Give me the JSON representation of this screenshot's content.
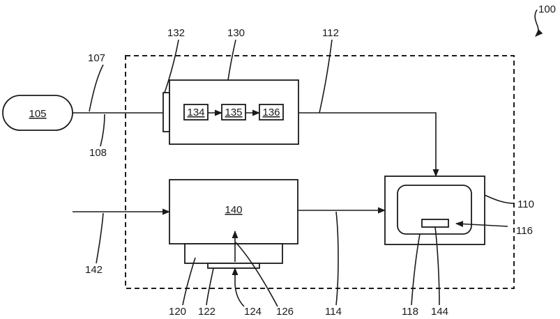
{
  "figure": {
    "refs": {
      "r100": "100",
      "r105": "105",
      "r107": "107",
      "r108": "108",
      "r110": "110",
      "r112": "112",
      "r114": "114",
      "r116": "116",
      "r118": "118",
      "r120": "120",
      "r122": "122",
      "r124": "124",
      "r126": "126",
      "r130": "130",
      "r132": "132",
      "r134": "134",
      "r135": "135",
      "r136": "136",
      "r140": "140",
      "r142": "142",
      "r144": "144"
    }
  }
}
